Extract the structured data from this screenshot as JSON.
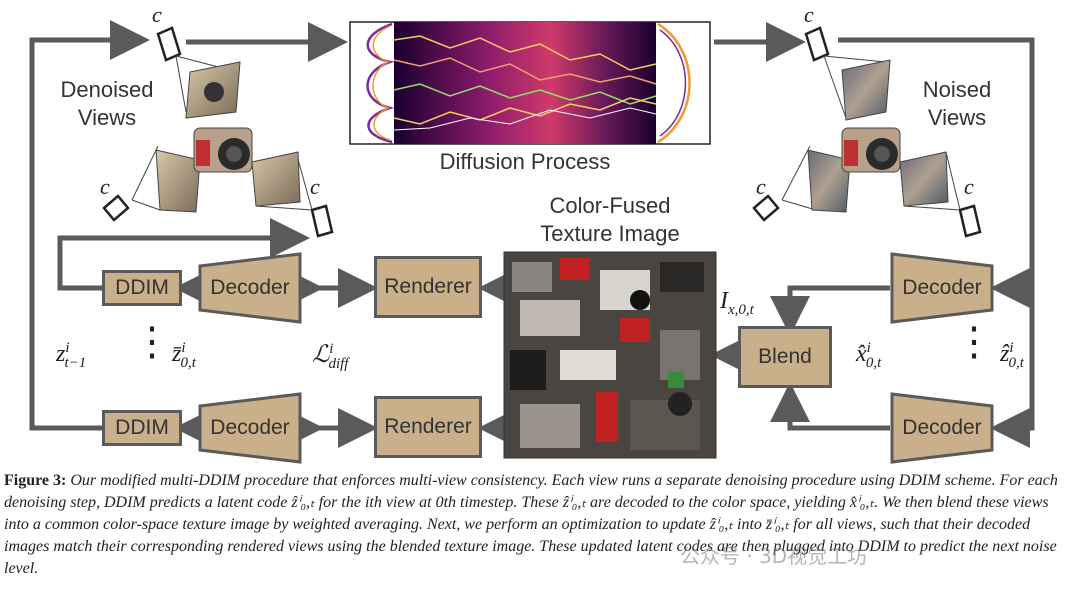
{
  "labels": {
    "denoised_views": "Denoised\nViews",
    "noised_views": "Noised\nViews",
    "diffusion_process": "Diffusion Process",
    "texture_image": "Color-Fused\nTexture Image",
    "camera": "c"
  },
  "boxes": {
    "ddim": "DDIM",
    "decoder": "Decoder",
    "renderer": "Renderer",
    "blend": "Blend"
  },
  "math": {
    "z_prev": "z",
    "z_prev_sup": "i",
    "z_prev_sub": "t−1",
    "z_bar": "z̄",
    "z_bar_sup": "i",
    "z_bar_sub": "0,t",
    "loss": "ℒ",
    "loss_sup": "i",
    "loss_sub": "diff",
    "i_x": "I",
    "i_x_sub": "x,0,t",
    "x_hat": "x̂",
    "x_hat_sup": "i",
    "x_hat_sub": "0,t",
    "z_hat": "ẑ",
    "z_hat_sup": "i",
    "z_hat_sub": "0,t",
    "dots": "⋮"
  },
  "caption": {
    "figure_label": "Figure 3:",
    "text": " Our modified multi-DDIM procedure that enforces multi-view consistency. Each view runs a separate denoising procedure using DDIM scheme. For each denoising step, DDIM predicts a latent code ẑⁱ₀,ₜ for the ith view at 0th timestep. These ẑⁱ₀,ₜ are decoded to the color space, yielding x̂ⁱ₀,ₜ. We then blend these views into a common color-space texture image by weighted averaging. Next, we perform an optimization to update ẑⁱ₀,ₜ into z̄ⁱ₀,ₜ for all views, such that their decoded images match their corresponding rendered views using the blended texture image. These updated latent codes are then plugged into DDIM to predict the next noise level."
  },
  "watermark": "公众号 · 3D视觉工坊",
  "colors": {
    "box_fill": "#c9b08a",
    "box_border": "#5a5a5a",
    "arrow": "#5a5a5a",
    "diffusion_bg": "#2a0a3a"
  }
}
